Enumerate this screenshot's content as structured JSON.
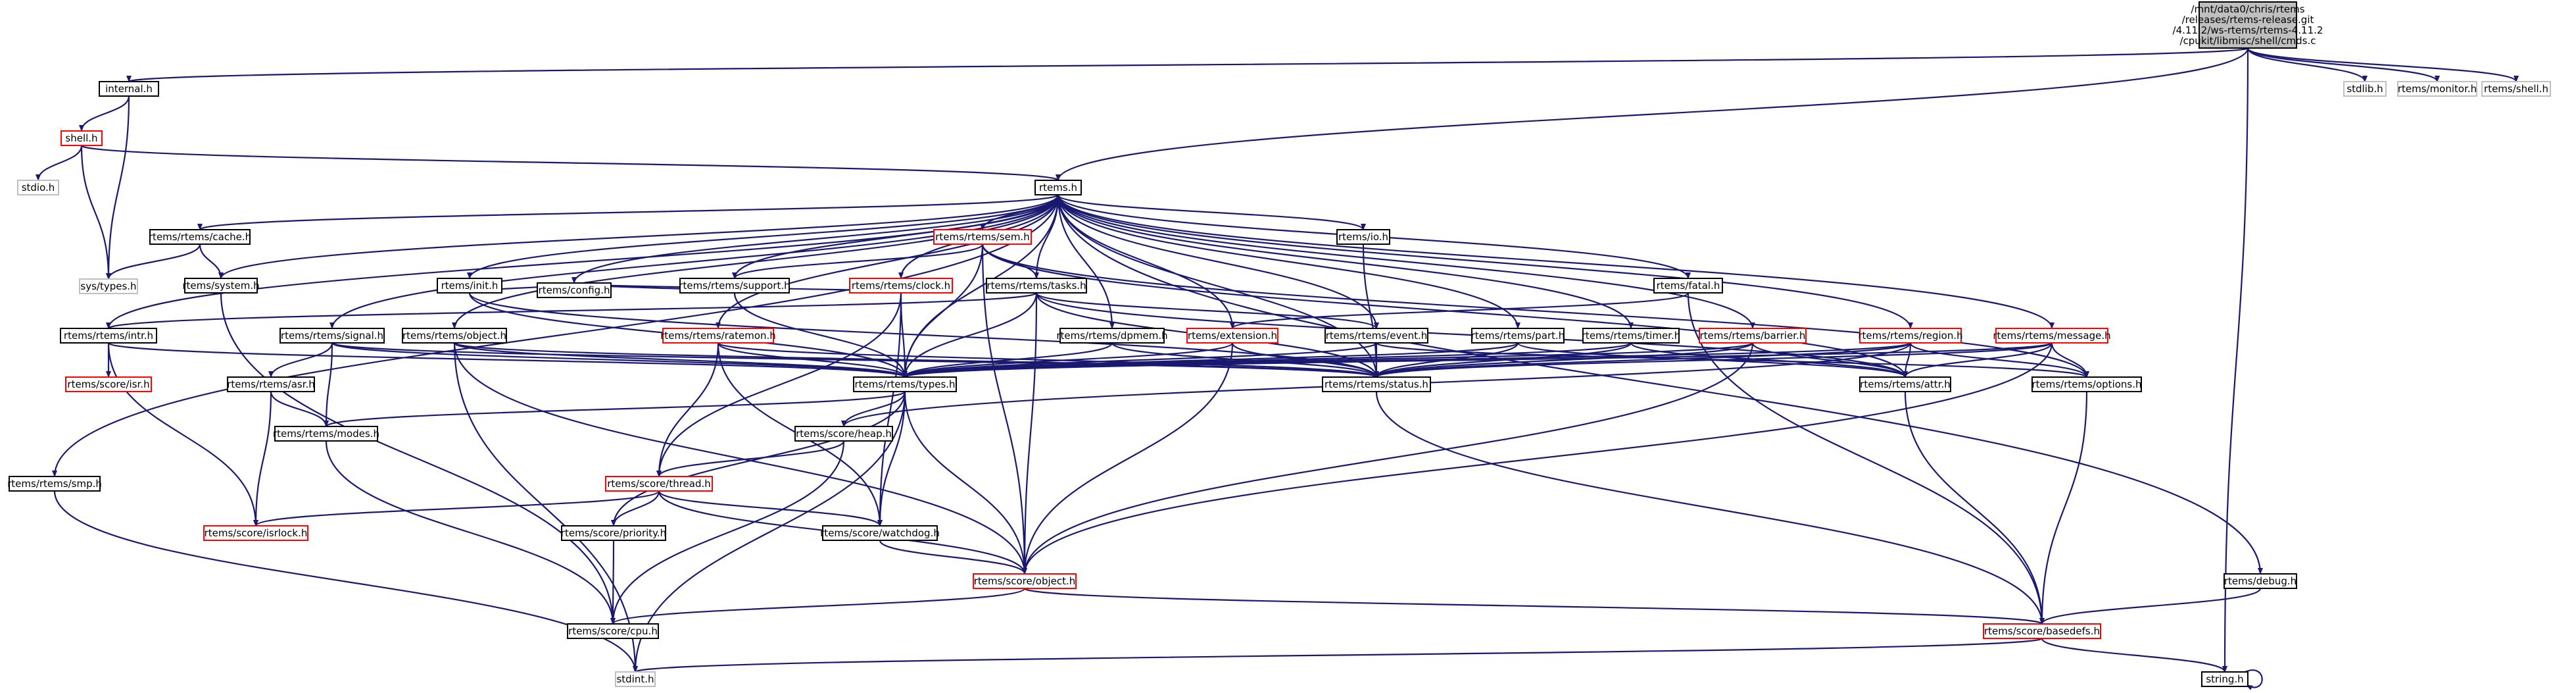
{
  "diagram": {
    "root": "/mnt/data0/chris/rtems\n/releases/rtems-release.git\n/4.11.2/ws-rtems/rtems-4.11.2\n/cpukit/libmisc/shell/cmds.c",
    "colors": {
      "edge": "#191970",
      "root_fill": "#bfbfbf",
      "root_stroke": "#000000",
      "node_stroke": "#000000",
      "truncated_stroke": "#ff0000",
      "external_stroke": "#bfbfbf",
      "fill": "#ffffff"
    },
    "nodes": [
      {
        "id": "cmds",
        "label": "/mnt/data0/chris/rtems\n/releases/rtems-release.git\n/4.11.2/ws-rtems/rtems-4.11.2\n/cpukit/libmisc/shell/cmds.c",
        "style": "root"
      },
      {
        "id": "internal",
        "label": "internal.h",
        "style": "normal"
      },
      {
        "id": "stdlib",
        "label": "stdlib.h",
        "style": "external"
      },
      {
        "id": "monitor",
        "label": "rtems/monitor.h",
        "style": "external"
      },
      {
        "id": "shellh",
        "label": "rtems/shell.h",
        "style": "external"
      },
      {
        "id": "shell",
        "label": "shell.h",
        "style": "truncated"
      },
      {
        "id": "stdio",
        "label": "stdio.h",
        "style": "external"
      },
      {
        "id": "rtems",
        "label": "rtems.h",
        "style": "normal"
      },
      {
        "id": "systypes",
        "label": "sys/types.h",
        "style": "external"
      },
      {
        "id": "cache",
        "label": "rtems/rtems/cache.h",
        "style": "normal"
      },
      {
        "id": "system",
        "label": "rtems/system.h",
        "style": "normal"
      },
      {
        "id": "sem",
        "label": "rtems/rtems/sem.h",
        "style": "truncated"
      },
      {
        "id": "io",
        "label": "rtems/io.h",
        "style": "normal"
      },
      {
        "id": "support",
        "label": "rtems/rtems/support.h",
        "style": "normal"
      },
      {
        "id": "clock",
        "label": "rtems/rtems/clock.h",
        "style": "truncated"
      },
      {
        "id": "tasks",
        "label": "rtems/rtems/tasks.h",
        "style": "normal"
      },
      {
        "id": "init",
        "label": "rtems/init.h",
        "style": "normal"
      },
      {
        "id": "config",
        "label": "rtems/config.h",
        "style": "normal"
      },
      {
        "id": "fatal",
        "label": "rtems/fatal.h",
        "style": "normal"
      },
      {
        "id": "intr",
        "label": "rtems/rtems/intr.h",
        "style": "normal"
      },
      {
        "id": "signal",
        "label": "rtems/rtems/signal.h",
        "style": "normal"
      },
      {
        "id": "object",
        "label": "rtems/rtems/object.h",
        "style": "normal"
      },
      {
        "id": "ratemon",
        "label": "rtems/rtems/ratemon.h",
        "style": "truncated"
      },
      {
        "id": "dpmem",
        "label": "rtems/rtems/dpmem.h",
        "style": "normal"
      },
      {
        "id": "extension",
        "label": "rtems/extension.h",
        "style": "truncated"
      },
      {
        "id": "event",
        "label": "rtems/rtems/event.h",
        "style": "normal"
      },
      {
        "id": "part",
        "label": "rtems/rtems/part.h",
        "style": "normal"
      },
      {
        "id": "timer",
        "label": "rtems/rtems/timer.h",
        "style": "normal"
      },
      {
        "id": "barrier",
        "label": "rtems/rtems/barrier.h",
        "style": "truncated"
      },
      {
        "id": "region",
        "label": "rtems/rtems/region.h",
        "style": "truncated"
      },
      {
        "id": "message",
        "label": "rtems/rtems/message.h",
        "style": "truncated"
      },
      {
        "id": "isr",
        "label": "rtems/score/isr.h",
        "style": "truncated"
      },
      {
        "id": "asr",
        "label": "rtems/rtems/asr.h",
        "style": "normal"
      },
      {
        "id": "types",
        "label": "rtems/rtems/types.h",
        "style": "normal"
      },
      {
        "id": "status",
        "label": "rtems/rtems/status.h",
        "style": "normal"
      },
      {
        "id": "attr",
        "label": "rtems/rtems/attr.h",
        "style": "normal"
      },
      {
        "id": "options",
        "label": "rtems/rtems/options.h",
        "style": "normal"
      },
      {
        "id": "modes",
        "label": "rtems/rtems/modes.h",
        "style": "normal"
      },
      {
        "id": "heap",
        "label": "rtems/score/heap.h",
        "style": "normal"
      },
      {
        "id": "smp",
        "label": "rtems/rtems/smp.h",
        "style": "normal"
      },
      {
        "id": "thread",
        "label": "rtems/score/thread.h",
        "style": "truncated"
      },
      {
        "id": "isrlock",
        "label": "rtems/score/isrlock.h",
        "style": "truncated"
      },
      {
        "id": "priority",
        "label": "rtems/score/priority.h",
        "style": "normal"
      },
      {
        "id": "watchdog",
        "label": "rtems/score/watchdog.h",
        "style": "normal"
      },
      {
        "id": "scoreobject",
        "label": "rtems/score/object.h",
        "style": "truncated"
      },
      {
        "id": "debug",
        "label": "rtems/debug.h",
        "style": "normal"
      },
      {
        "id": "cpu",
        "label": "rtems/score/cpu.h",
        "style": "normal"
      },
      {
        "id": "basedefs",
        "label": "rtems/score/basedefs.h",
        "style": "truncated"
      },
      {
        "id": "stdint",
        "label": "stdint.h",
        "style": "external"
      },
      {
        "id": "string",
        "label": "string.h",
        "style": "normal"
      }
    ],
    "edges": [
      [
        "cmds",
        "internal"
      ],
      [
        "cmds",
        "stdlib"
      ],
      [
        "cmds",
        "monitor"
      ],
      [
        "cmds",
        "shellh"
      ],
      [
        "cmds",
        "rtems"
      ],
      [
        "cmds",
        "string"
      ],
      [
        "internal",
        "shell"
      ],
      [
        "internal",
        "systypes"
      ],
      [
        "shell",
        "stdio"
      ],
      [
        "shell",
        "systypes"
      ],
      [
        "shell",
        "rtems"
      ],
      [
        "rtems",
        "cache"
      ],
      [
        "rtems",
        "system"
      ],
      [
        "rtems",
        "sem"
      ],
      [
        "rtems",
        "io"
      ],
      [
        "rtems",
        "support"
      ],
      [
        "rtems",
        "clock"
      ],
      [
        "rtems",
        "tasks"
      ],
      [
        "rtems",
        "init"
      ],
      [
        "rtems",
        "config"
      ],
      [
        "rtems",
        "fatal"
      ],
      [
        "rtems",
        "intr"
      ],
      [
        "rtems",
        "signal"
      ],
      [
        "rtems",
        "object"
      ],
      [
        "rtems",
        "ratemon"
      ],
      [
        "rtems",
        "dpmem"
      ],
      [
        "rtems",
        "extension"
      ],
      [
        "rtems",
        "event"
      ],
      [
        "rtems",
        "part"
      ],
      [
        "rtems",
        "timer"
      ],
      [
        "rtems",
        "barrier"
      ],
      [
        "rtems",
        "region"
      ],
      [
        "rtems",
        "message"
      ],
      [
        "rtems",
        "types"
      ],
      [
        "rtems",
        "status"
      ],
      [
        "rtems",
        "smp"
      ],
      [
        "rtems",
        "debug"
      ],
      [
        "cache",
        "systypes"
      ],
      [
        "cache",
        "system"
      ],
      [
        "system",
        "cpu"
      ],
      [
        "sem",
        "support"
      ],
      [
        "sem",
        "tasks"
      ],
      [
        "sem",
        "types"
      ],
      [
        "sem",
        "attr"
      ],
      [
        "sem",
        "options"
      ],
      [
        "sem",
        "scoreobject"
      ],
      [
        "support",
        "config"
      ],
      [
        "support",
        "types"
      ],
      [
        "clock",
        "config"
      ],
      [
        "clock",
        "types"
      ],
      [
        "clock",
        "watchdog"
      ],
      [
        "clock",
        "thread"
      ],
      [
        "tasks",
        "intr"
      ],
      [
        "tasks",
        "types"
      ],
      [
        "tasks",
        "status"
      ],
      [
        "tasks",
        "event"
      ],
      [
        "tasks",
        "attr"
      ],
      [
        "tasks",
        "scoreobject"
      ],
      [
        "init",
        "config"
      ],
      [
        "init",
        "types"
      ],
      [
        "init",
        "status"
      ],
      [
        "io",
        "status"
      ],
      [
        "fatal",
        "extension"
      ],
      [
        "fatal",
        "basedefs"
      ],
      [
        "intr",
        "types"
      ],
      [
        "intr",
        "isr"
      ],
      [
        "intr",
        "isrlock"
      ],
      [
        "signal",
        "asr"
      ],
      [
        "signal",
        "modes"
      ],
      [
        "signal",
        "types"
      ],
      [
        "signal",
        "status"
      ],
      [
        "object",
        "types"
      ],
      [
        "object",
        "status"
      ],
      [
        "object",
        "scoreobject"
      ],
      [
        "object",
        "stdint"
      ],
      [
        "ratemon",
        "types"
      ],
      [
        "ratemon",
        "status"
      ],
      [
        "ratemon",
        "thread"
      ],
      [
        "ratemon",
        "watchdog"
      ],
      [
        "dpmem",
        "types"
      ],
      [
        "dpmem",
        "status"
      ],
      [
        "extension",
        "types"
      ],
      [
        "extension",
        "status"
      ],
      [
        "extension",
        "scoreobject"
      ],
      [
        "event",
        "types"
      ],
      [
        "event",
        "status"
      ],
      [
        "event",
        "options"
      ],
      [
        "part",
        "types"
      ],
      [
        "part",
        "attr"
      ],
      [
        "part",
        "status"
      ],
      [
        "timer",
        "types"
      ],
      [
        "timer",
        "attr"
      ],
      [
        "timer",
        "status"
      ],
      [
        "barrier",
        "types"
      ],
      [
        "barrier",
        "attr"
      ],
      [
        "barrier",
        "status"
      ],
      [
        "barrier",
        "scoreobject"
      ],
      [
        "region",
        "types"
      ],
      [
        "region",
        "attr"
      ],
      [
        "region",
        "status"
      ],
      [
        "region",
        "options"
      ],
      [
        "region",
        "heap"
      ],
      [
        "message",
        "types"
      ],
      [
        "message",
        "attr"
      ],
      [
        "message",
        "status"
      ],
      [
        "message",
        "options"
      ],
      [
        "message",
        "scoreobject"
      ],
      [
        "asr",
        "modes"
      ],
      [
        "asr",
        "isrlock"
      ],
      [
        "types",
        "modes"
      ],
      [
        "types",
        "heap"
      ],
      [
        "types",
        "priority"
      ],
      [
        "types",
        "watchdog"
      ],
      [
        "types",
        "scoreobject"
      ],
      [
        "types",
        "stdint"
      ],
      [
        "status",
        "basedefs"
      ],
      [
        "attr",
        "basedefs"
      ],
      [
        "options",
        "basedefs"
      ],
      [
        "modes",
        "cpu"
      ],
      [
        "heap",
        "thread"
      ],
      [
        "heap",
        "cpu"
      ],
      [
        "thread",
        "isrlock"
      ],
      [
        "thread",
        "priority"
      ],
      [
        "thread",
        "watchdog"
      ],
      [
        "thread",
        "scoreobject"
      ],
      [
        "priority",
        "cpu"
      ],
      [
        "watchdog",
        "scoreobject"
      ],
      [
        "scoreobject",
        "cpu"
      ],
      [
        "scoreobject",
        "basedefs"
      ],
      [
        "debug",
        "basedefs"
      ],
      [
        "smp",
        "stdint"
      ],
      [
        "basedefs",
        "stdint"
      ],
      [
        "basedefs",
        "string"
      ],
      [
        "string",
        "string"
      ]
    ]
  }
}
